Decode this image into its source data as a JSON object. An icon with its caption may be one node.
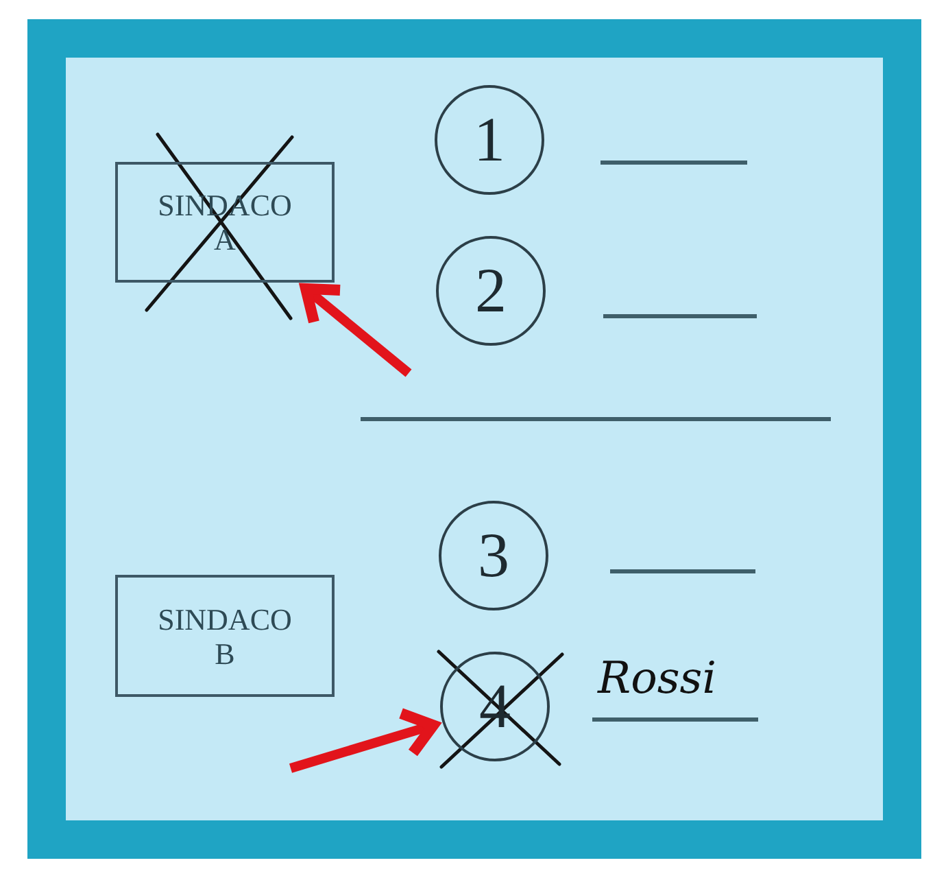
{
  "diagram": {
    "nodes": [
      {
        "text": [
          "SINDACO A"
        ]
      },
      {
        "text": [
          "1"
        ]
      },
      {
        "text": [
          "2"
        ]
      },
      {
        "text": [
          "SINDACO B"
        ]
      },
      {
        "text": [
          "3"
        ]
      },
      {
        "text": [
          "4"
        ],
        "beside": [
          "Rossi"
        ]
      }
    ],
    "edges": [
      {
        "from": null,
        "to": 0,
        "arrow": "to"
      },
      {
        "from": null,
        "to": 5,
        "arrow": "to"
      }
    ]
  }
}
